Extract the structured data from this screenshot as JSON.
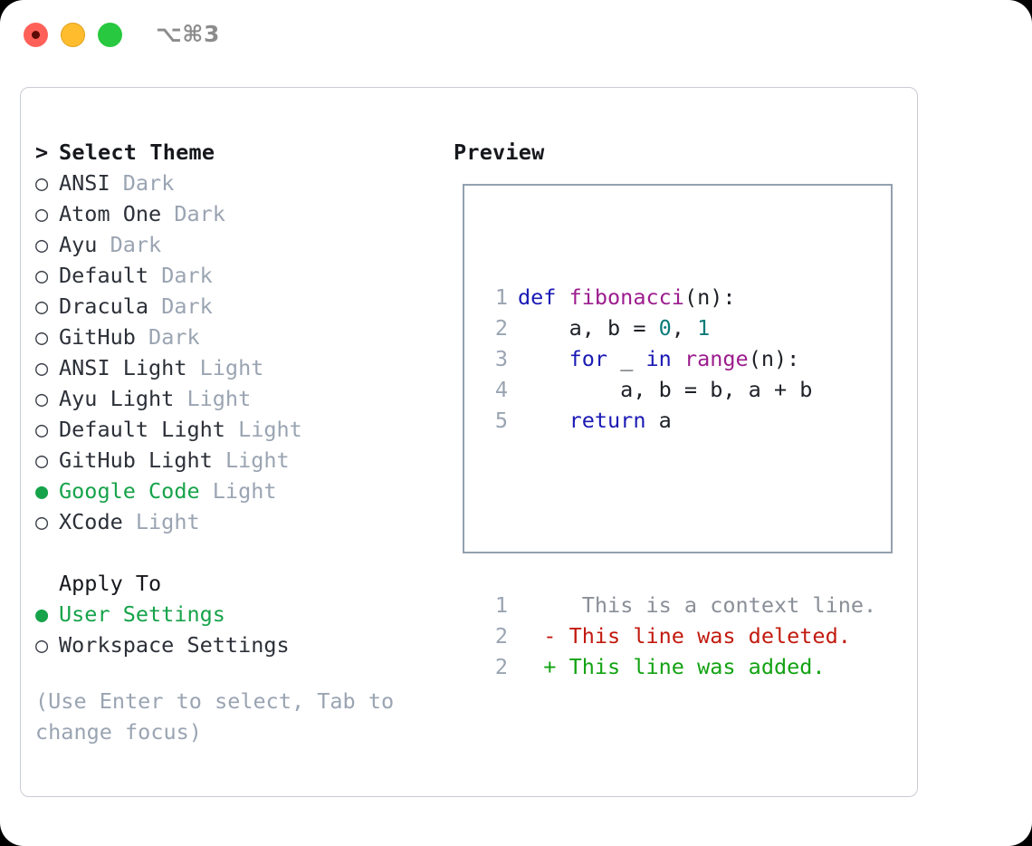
{
  "titlebar": {
    "shortcut": "⌥⌘3",
    "dots": [
      {
        "name": "close",
        "color": "#ff6159"
      },
      {
        "name": "minimize",
        "color": "#ffbd2e"
      },
      {
        "name": "zoom",
        "color": "#28c840"
      }
    ]
  },
  "colors": {
    "accent_green": "#16a34a",
    "muted": "#9aa4b2",
    "text": "#2c3038",
    "panel_border": "#93a0af",
    "card_border": "#c9ccd4"
  },
  "theme_picker": {
    "prompt": ">",
    "header": "Select Theme",
    "radio_off": "○",
    "radio_on": "●",
    "items": [
      {
        "name": "ANSI",
        "variant": "Dark",
        "selected": false
      },
      {
        "name": "Atom One",
        "variant": "Dark",
        "selected": false
      },
      {
        "name": "Ayu",
        "variant": "Dark",
        "selected": false
      },
      {
        "name": "Default",
        "variant": "Dark",
        "selected": false
      },
      {
        "name": "Dracula",
        "variant": "Dark",
        "selected": false
      },
      {
        "name": "GitHub",
        "variant": "Dark",
        "selected": false
      },
      {
        "name": "ANSI Light",
        "variant": "Light",
        "selected": false
      },
      {
        "name": "Ayu Light",
        "variant": "Light",
        "selected": false
      },
      {
        "name": "Default Light",
        "variant": "Light",
        "selected": false
      },
      {
        "name": "GitHub Light",
        "variant": "Light",
        "selected": false
      },
      {
        "name": "Google Code",
        "variant": "Light",
        "selected": true
      },
      {
        "name": "XCode",
        "variant": "Light",
        "selected": false
      }
    ]
  },
  "apply_to": {
    "header": "Apply To",
    "options": [
      {
        "label": "User Settings",
        "selected": true
      },
      {
        "label": "Workspace Settings",
        "selected": false
      }
    ]
  },
  "hint": "(Use Enter to select, Tab to change focus)",
  "preview": {
    "title": "Preview",
    "code_lines": [
      {
        "no": "1",
        "tokens": [
          {
            "t": "def ",
            "c": "kw"
          },
          {
            "t": "fibonacci",
            "c": "fn"
          },
          {
            "t": "(n):",
            "c": "plain"
          }
        ]
      },
      {
        "no": "2",
        "tokens": [
          {
            "t": "    a, b = ",
            "c": "plain"
          },
          {
            "t": "0",
            "c": "num"
          },
          {
            "t": ", ",
            "c": "plain"
          },
          {
            "t": "1",
            "c": "num"
          }
        ]
      },
      {
        "no": "3",
        "tokens": [
          {
            "t": "    ",
            "c": "plain"
          },
          {
            "t": "for",
            "c": "kw"
          },
          {
            "t": " _ ",
            "c": "plain"
          },
          {
            "t": "in",
            "c": "kw"
          },
          {
            "t": " ",
            "c": "plain"
          },
          {
            "t": "range",
            "c": "fn"
          },
          {
            "t": "(n):",
            "c": "plain"
          }
        ]
      },
      {
        "no": "4",
        "tokens": [
          {
            "t": "        a, b = b, a + b",
            "c": "plain"
          }
        ]
      },
      {
        "no": "5",
        "tokens": [
          {
            "t": "    ",
            "c": "plain"
          },
          {
            "t": "return",
            "c": "kw"
          },
          {
            "t": " a",
            "c": "plain"
          }
        ]
      }
    ],
    "diff_lines": [
      {
        "no": "1",
        "marker": " ",
        "text": "  This is a context line.",
        "kind": "ctx"
      },
      {
        "no": "2",
        "marker": "-",
        "text": " This line was deleted.",
        "kind": "del"
      },
      {
        "no": "2",
        "marker": "+",
        "text": " This line was added.",
        "kind": "add"
      }
    ]
  }
}
